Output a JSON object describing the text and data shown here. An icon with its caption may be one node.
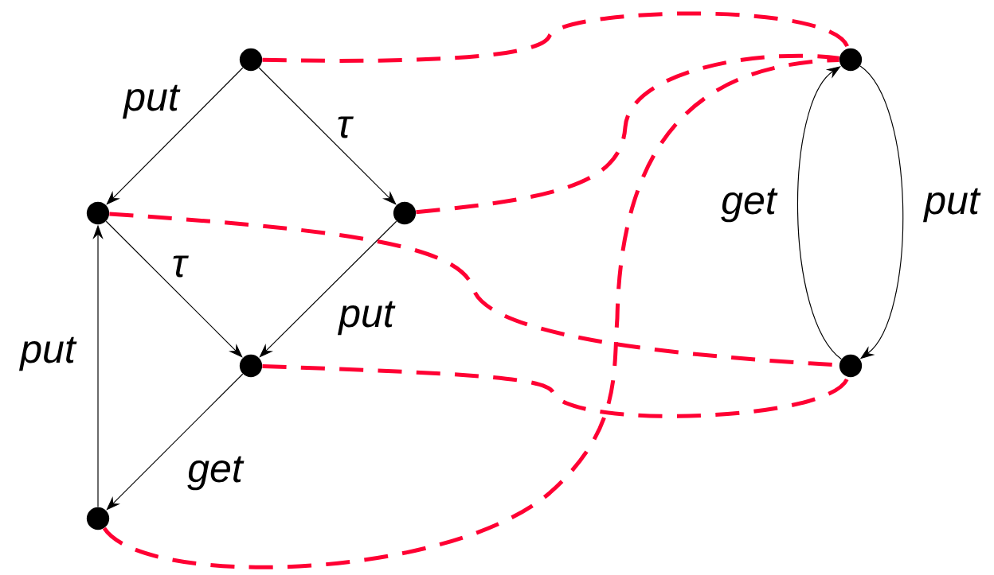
{
  "diagram": {
    "nodes": [
      {
        "text": [],
        "shape": "circle"
      },
      {
        "text": [],
        "shape": "circle"
      },
      {
        "text": [],
        "shape": "circle"
      },
      {
        "text": [],
        "shape": "circle"
      },
      {
        "text": [],
        "shape": "circle"
      },
      {
        "text": [],
        "shape": "circle"
      },
      {
        "text": [],
        "shape": "circle"
      }
    ],
    "edges": [
      {
        "from": 0,
        "to": 1,
        "arrow": "to",
        "label": "put"
      },
      {
        "from": 0,
        "to": 2,
        "arrow": "to",
        "label": "τ"
      },
      {
        "from": 1,
        "to": 3,
        "arrow": "to",
        "label": "τ"
      },
      {
        "from": 2,
        "to": 3,
        "arrow": "to",
        "label": "put"
      },
      {
        "from": 3,
        "to": 4,
        "arrow": "to",
        "label": "get"
      },
      {
        "from": 4,
        "to": 1,
        "arrow": "to",
        "label": "put"
      },
      {
        "from": 6,
        "to": 5,
        "arrow": "to",
        "label": "get"
      },
      {
        "from": 5,
        "to": 6,
        "arrow": "to",
        "label": "put"
      },
      {
        "from": 0,
        "to": 5,
        "arrow": "none",
        "style": "dashed",
        "color": "#ff0033"
      },
      {
        "from": 2,
        "to": 5,
        "arrow": "none",
        "style": "dashed",
        "color": "#ff0033"
      },
      {
        "from": 4,
        "to": 5,
        "arrow": "none",
        "style": "dashed",
        "color": "#ff0033"
      },
      {
        "from": 1,
        "to": 6,
        "arrow": "none",
        "style": "dashed",
        "color": "#ff0033"
      },
      {
        "from": 3,
        "to": 6,
        "arrow": "none",
        "style": "dashed",
        "color": "#ff0033"
      }
    ]
  }
}
